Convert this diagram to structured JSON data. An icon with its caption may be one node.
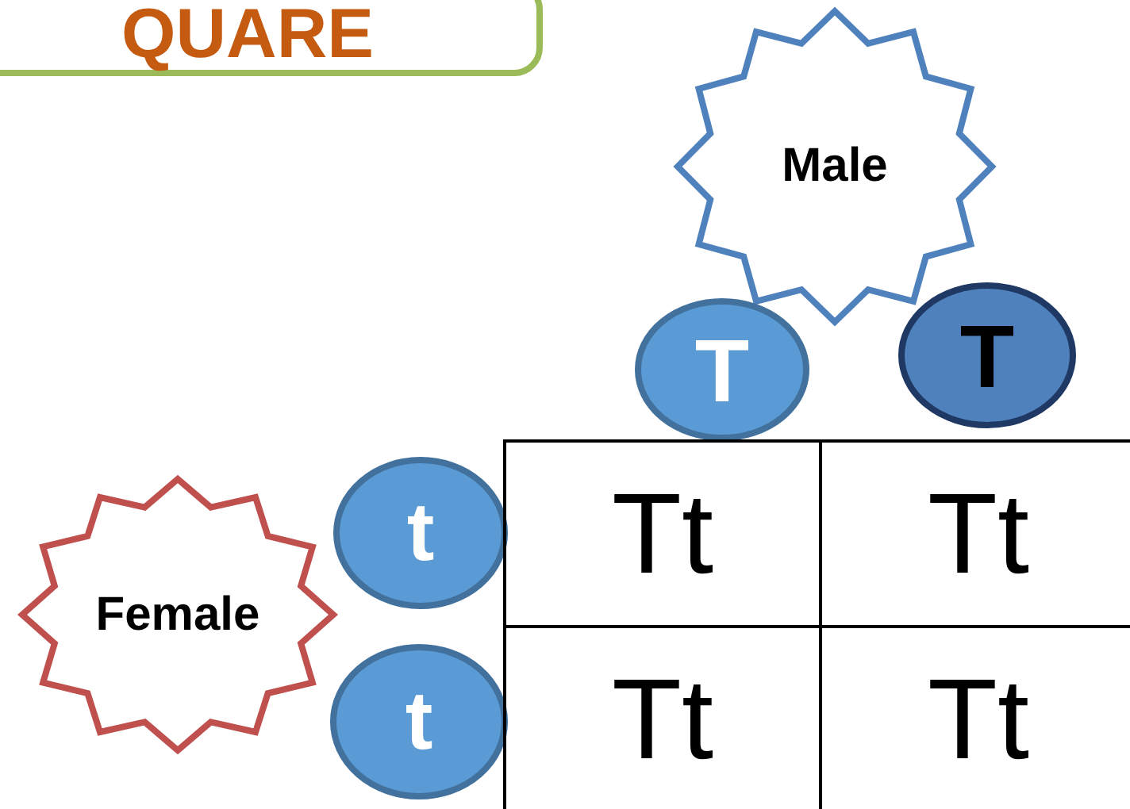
{
  "diagram": {
    "nodes": [
      {
        "text": [
          "QUARE"
        ]
      },
      {
        "text": [
          "Male"
        ]
      },
      {
        "text": [
          "Female"
        ]
      },
      {
        "text": [
          "T"
        ]
      },
      {
        "text": [
          "T"
        ]
      },
      {
        "text": [
          "t"
        ]
      },
      {
        "text": [
          "t"
        ]
      }
    ],
    "labels": [
      "Tt",
      "Tt",
      "Tt",
      "Tt"
    ]
  }
}
